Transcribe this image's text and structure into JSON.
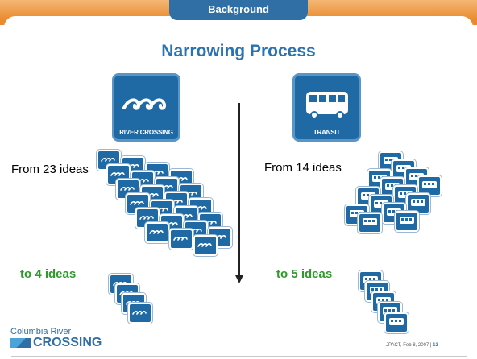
{
  "header": {
    "section_tab": "Background"
  },
  "title": "Narrowing Process",
  "left": {
    "icon_label": "RIVER CROSSING",
    "from_text": "From 23 ideas",
    "to_text": "to 4 ideas",
    "from_count": 23,
    "to_count": 4
  },
  "right": {
    "icon_label": "TRANSIT",
    "from_text": "From 14 ideas",
    "to_text": "to 5 ideas",
    "from_count": 14,
    "to_count": 5
  },
  "logo": {
    "line1": "Columbia River",
    "line2": "CROSSING"
  },
  "footer": {
    "text": "JPACT, Feb 8, 2007  |  ",
    "page": "13"
  },
  "colors": {
    "title_blue": "#2a73b2",
    "idea_green": "#2e9a2c",
    "header_orange": "#e98a2e",
    "icon_blue": "#1f6aa5"
  },
  "icons": {
    "river": "wave-icon",
    "transit": "bus-icon"
  }
}
